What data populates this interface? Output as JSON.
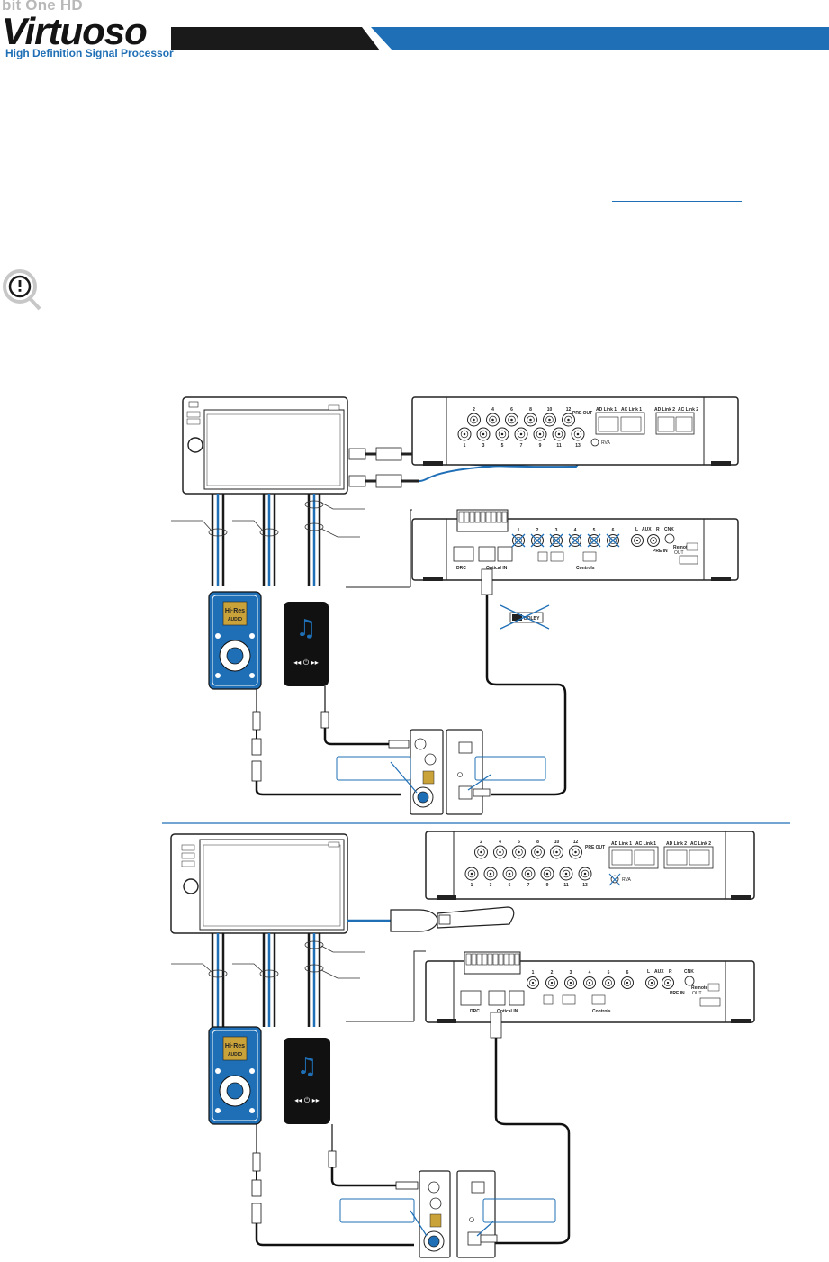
{
  "header": {
    "product_line": "bit One HD",
    "product_name": "Virtuoso",
    "tagline": "High Definition Signal Processor",
    "colors": {
      "accent": "#1f6fb6",
      "dark": "#1a1a1a"
    }
  },
  "icons": [
    "warning-icon",
    "hires-audio-logo",
    "music-note-icon",
    "dolby-digital-logo"
  ],
  "diagram1": {
    "top_panel": {
      "pre_out_top": [
        "2",
        "4",
        "6",
        "8",
        "10",
        "12"
      ],
      "pre_out_bottom": [
        "1",
        "3",
        "5",
        "7",
        "9",
        "11",
        "13"
      ],
      "pre_out_label": "PRE OUT",
      "ad_link_labels": [
        "AD Link 1",
        "AC Link 1",
        "AD Link 2",
        "AC Link 2"
      ],
      "rva": "RVA"
    },
    "bottom_panel": {
      "pre_in_numbers": [
        "1",
        "2",
        "3",
        "4",
        "5",
        "6"
      ],
      "aux": [
        "L",
        "AUX",
        "R"
      ],
      "cnk": "CNK",
      "pre_in_label": "PRE IN",
      "drc": "DRC",
      "optical_in": "Optical IN",
      "controls": "Controls",
      "remote": "Remote",
      "remote_out": "OUT"
    }
  },
  "diagram2": {
    "top_panel": {
      "pre_out_top": [
        "2",
        "4",
        "6",
        "8",
        "10",
        "12"
      ],
      "pre_out_bottom": [
        "1",
        "3",
        "5",
        "7",
        "9",
        "11",
        "13"
      ],
      "pre_out_label": "PRE OUT",
      "ad_link_labels": [
        "AD Link 1",
        "AC Link 1",
        "AD Link 2",
        "AC Link 2"
      ],
      "rva": "RVA"
    },
    "bottom_panel": {
      "pre_in_numbers": [
        "1",
        "2",
        "3",
        "4",
        "5",
        "6"
      ],
      "aux": [
        "L",
        "AUX",
        "R"
      ],
      "cnk": "CNK",
      "pre_in_label": "PRE IN",
      "drc": "DRC",
      "optical_in": "Optical IN",
      "controls": "Controls",
      "remote": "Remote",
      "remote_out": "OUT"
    }
  }
}
